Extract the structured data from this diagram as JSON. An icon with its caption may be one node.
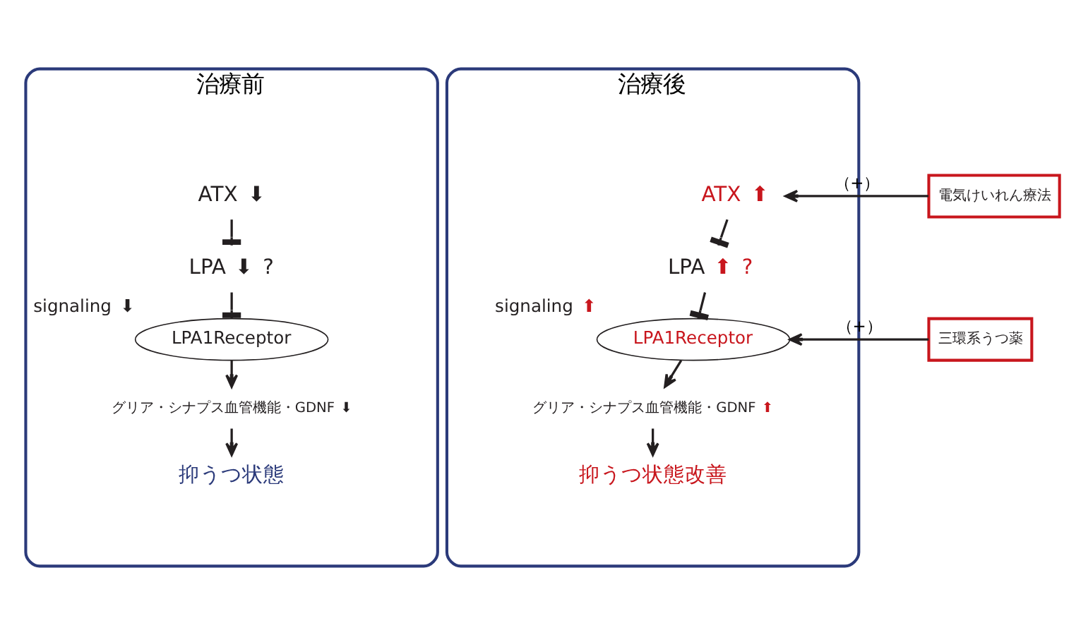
{
  "diagram": {
    "nodes": [
      {
        "text": [
          "治療前"
        ]
      },
      {
        "text": [
          "ATX"
        ],
        "in": 0,
        "beside": [
          "⬇"
        ]
      },
      {
        "text": [
          "LPA"
        ],
        "in": 0,
        "beside": [
          "⬇",
          "?"
        ]
      },
      {
        "text": [
          "LPA1Receptor"
        ],
        "in": 0,
        "beside": [
          "signaling",
          "⬇"
        ]
      },
      {
        "text": [
          "グリア・シナプス血管機能・GDNF"
        ],
        "in": 0,
        "beside": [
          "⬇"
        ]
      },
      {
        "text": [
          "抑うつ状態"
        ],
        "in": 0
      },
      {
        "text": [
          "治療後"
        ]
      },
      {
        "text": [
          "ATX"
        ],
        "in": 6,
        "beside": [
          "⬆"
        ]
      },
      {
        "text": [
          "LPA"
        ],
        "in": 6,
        "beside": [
          "⬆",
          "?"
        ]
      },
      {
        "text": [
          "LPA1Receptor"
        ],
        "in": 6,
        "beside": [
          "signaling",
          "⬆"
        ]
      },
      {
        "text": [
          "グリア・シナプス血管機能・GDNF"
        ],
        "in": 6,
        "beside": [
          "⬆"
        ]
      },
      {
        "text": [
          "抑うつ状態改善"
        ],
        "in": 6
      },
      {
        "text": [
          "電気けいれん療法"
        ]
      },
      {
        "text": [
          "三環系うつ薬"
        ]
      }
    ],
    "edges": [
      {
        "from": 1,
        "to": 2,
        "arrow": "other"
      },
      {
        "from": 2,
        "to": 3,
        "arrow": "other"
      },
      {
        "from": 3,
        "to": 4,
        "arrow": "to"
      },
      {
        "from": 4,
        "to": 5,
        "arrow": "to"
      },
      {
        "from": 7,
        "to": 8,
        "arrow": "other"
      },
      {
        "from": 8,
        "to": 9,
        "arrow": "other"
      },
      {
        "from": 9,
        "to": 10,
        "arrow": "to"
      },
      {
        "from": 10,
        "to": 11,
        "arrow": "to"
      },
      {
        "from": 12,
        "to": 7,
        "arrow": "to",
        "label": "（+）"
      },
      {
        "from": 13,
        "to": 9,
        "arrow": "to",
        "label": "（+）"
      }
    ]
  }
}
